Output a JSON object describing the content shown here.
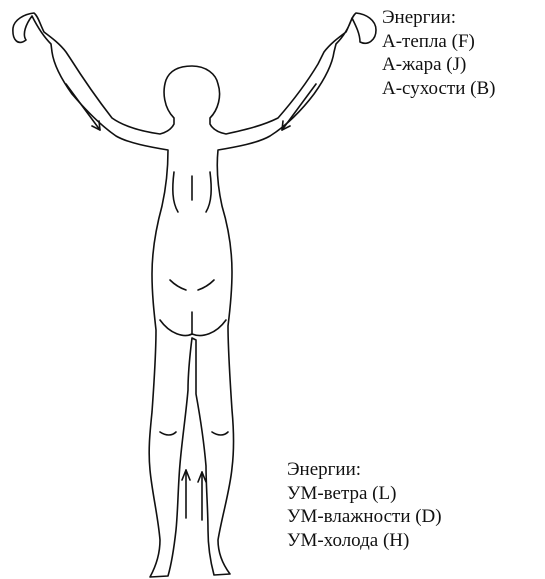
{
  "upper_block": {
    "heading": "Энергии:",
    "lines": [
      "А-тепла (F)",
      "А-жара (J)",
      "А-сухости (B)"
    ]
  },
  "lower_block": {
    "heading": "Энергии:",
    "lines": [
      "УМ-ветра (L)",
      "УМ-влажности (D)",
      "УМ-холода (H)"
    ]
  },
  "colors": {
    "ink": "#111111",
    "background": "#ffffff"
  }
}
